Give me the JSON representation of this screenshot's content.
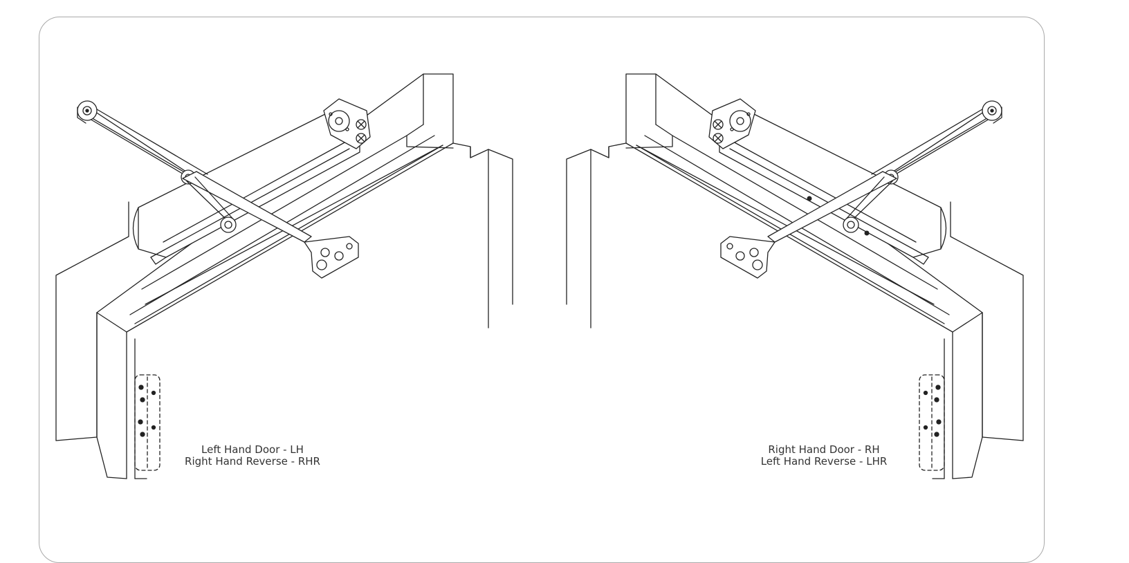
{
  "diagrams": [
    {
      "id": "left-hand",
      "caption_line1": "Left Hand Door - LH",
      "caption_line2": "Right Hand Reverse - RHR"
    },
    {
      "id": "right-hand",
      "caption_line1": "Right Hand Door - RH",
      "caption_line2": "Left Hand Reverse - LHR"
    }
  ],
  "colors": {
    "line": "#222222",
    "frame_border": "#a9a9a9",
    "background": "#ffffff"
  }
}
